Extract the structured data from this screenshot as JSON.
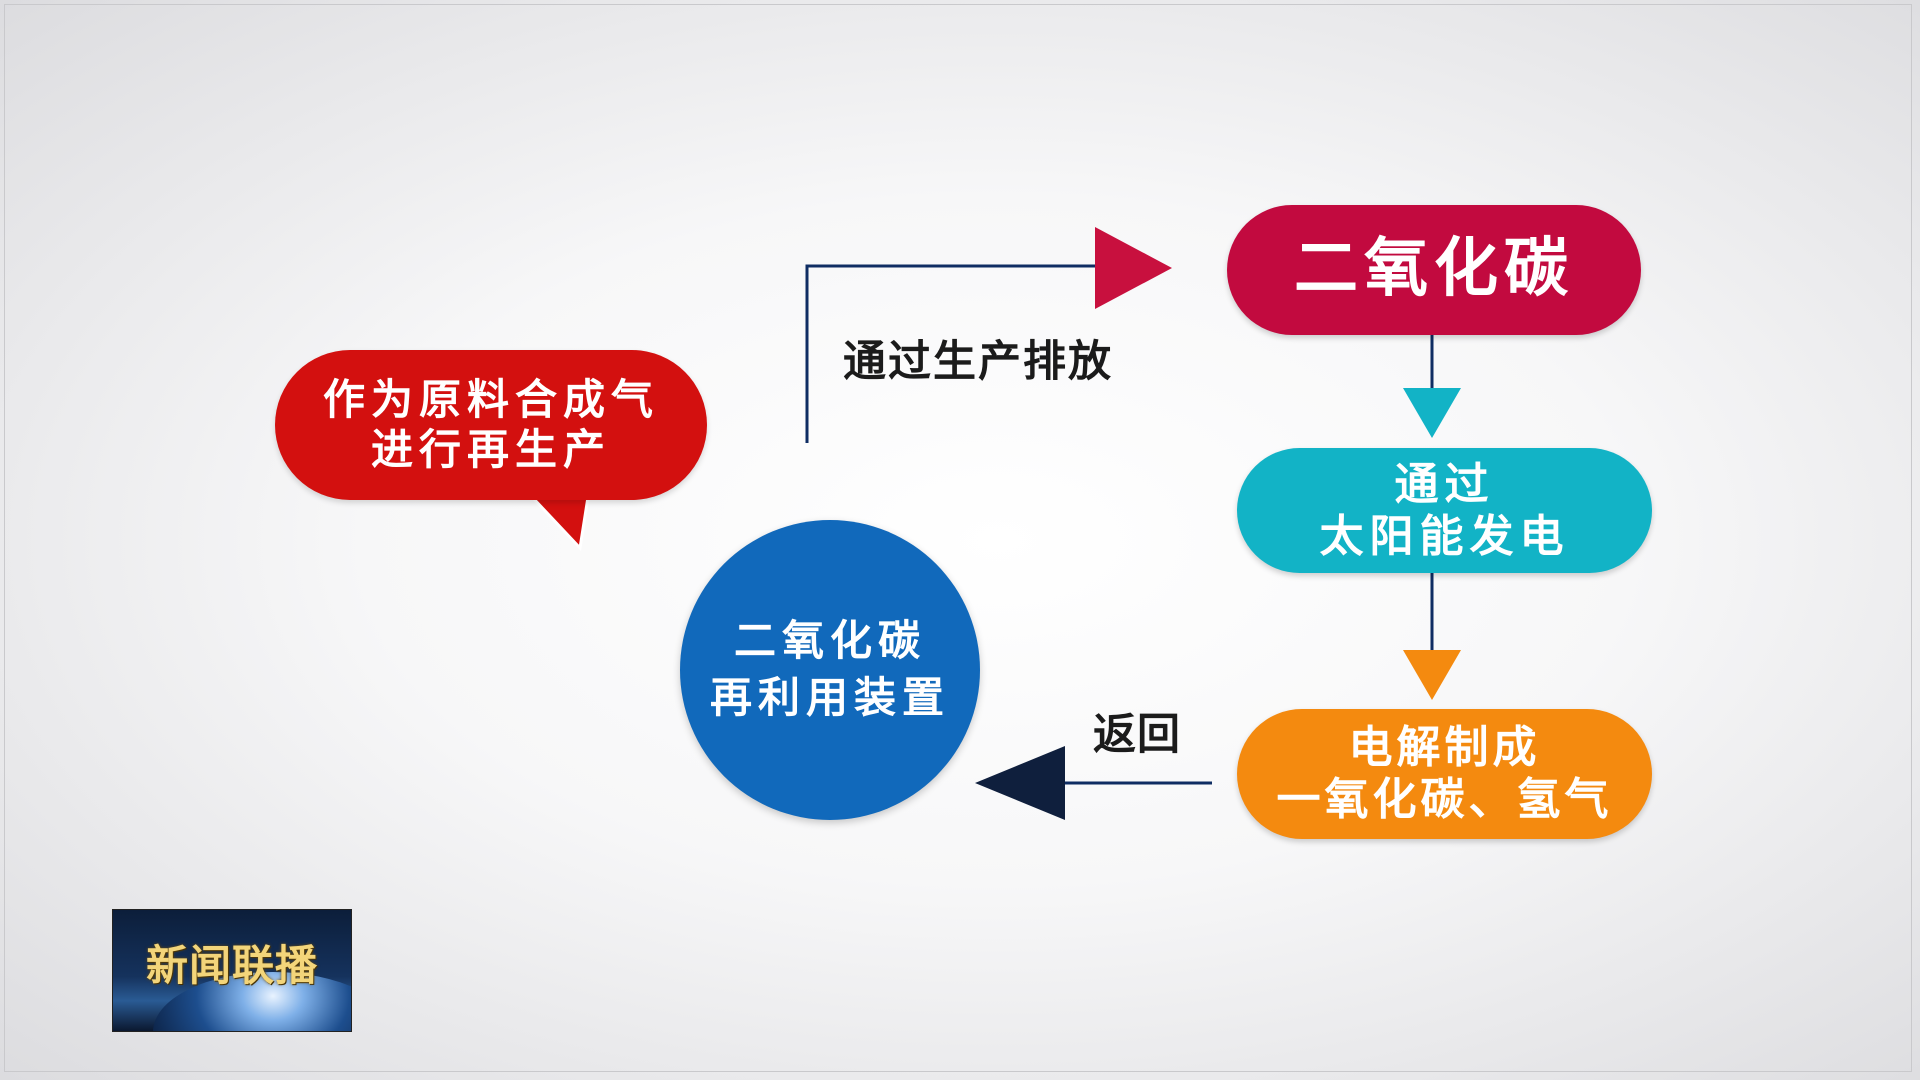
{
  "diagram": {
    "nodes": {
      "co2": "二氧化碳",
      "solar": [
        "通过",
        "太阳能发电"
      ],
      "electrolysis": [
        "电解制成",
        "一氧化碳、氢气"
      ],
      "device": [
        "二氧化碳",
        "再利用装置"
      ],
      "raw_material": [
        "作为原料合成气",
        "进行再生产"
      ]
    },
    "edges": {
      "emit": "通过生产排放",
      "return": "返回"
    },
    "colors": {
      "co2": "#c20a3f",
      "solar": "#12b3c6",
      "electrolysis": "#f48a0f",
      "device": "#1169bb",
      "bubble": "#d3100f",
      "arrow_red": "#c8103e",
      "arrow_cyan": "#12b3c6",
      "arrow_orange": "#f48a0f",
      "arrow_navy": "#0f1f3d",
      "line": "#0f2d63"
    }
  },
  "logo": {
    "text": "新闻联播"
  }
}
